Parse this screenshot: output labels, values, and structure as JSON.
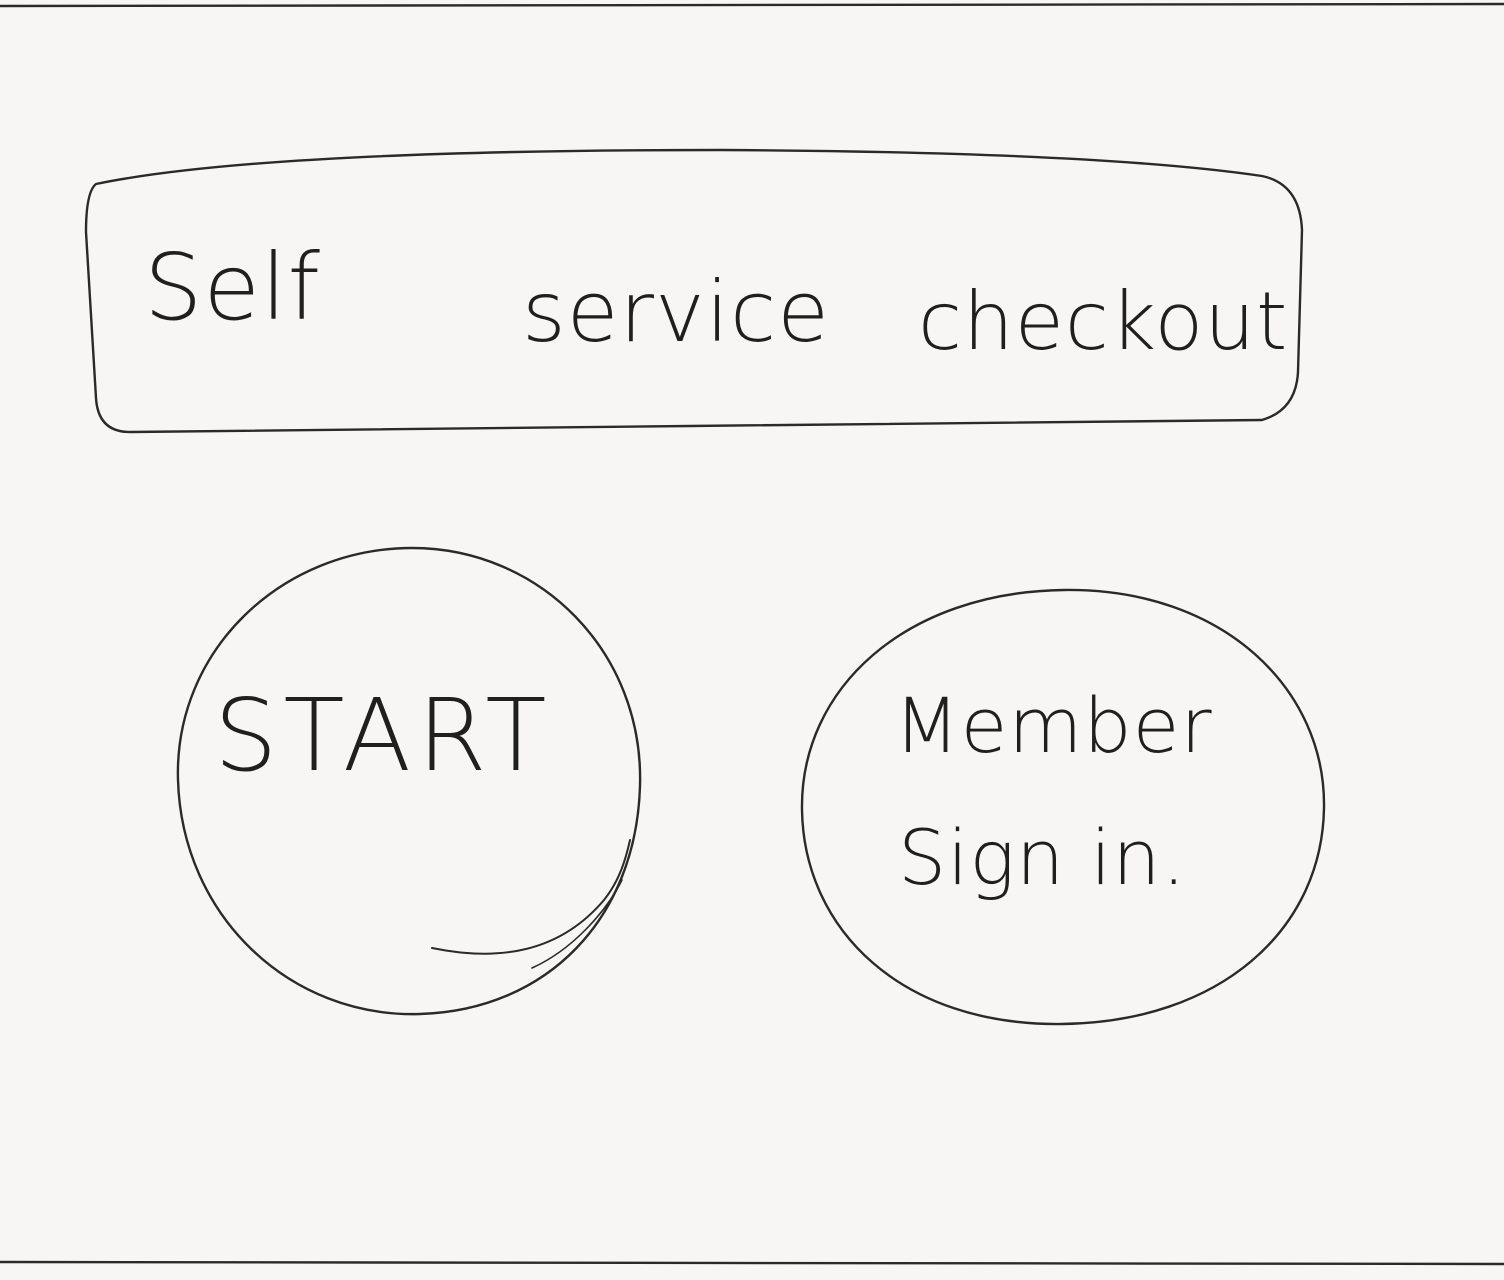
{
  "header": {
    "title_words": [
      "Self",
      "service",
      "checkout"
    ]
  },
  "buttons": {
    "start_label": "START",
    "member_label_line1": "Member",
    "member_label_line2": "Sign in."
  },
  "colors": {
    "paper": "#f7f6f4",
    "ink": "#1e1e1e"
  }
}
